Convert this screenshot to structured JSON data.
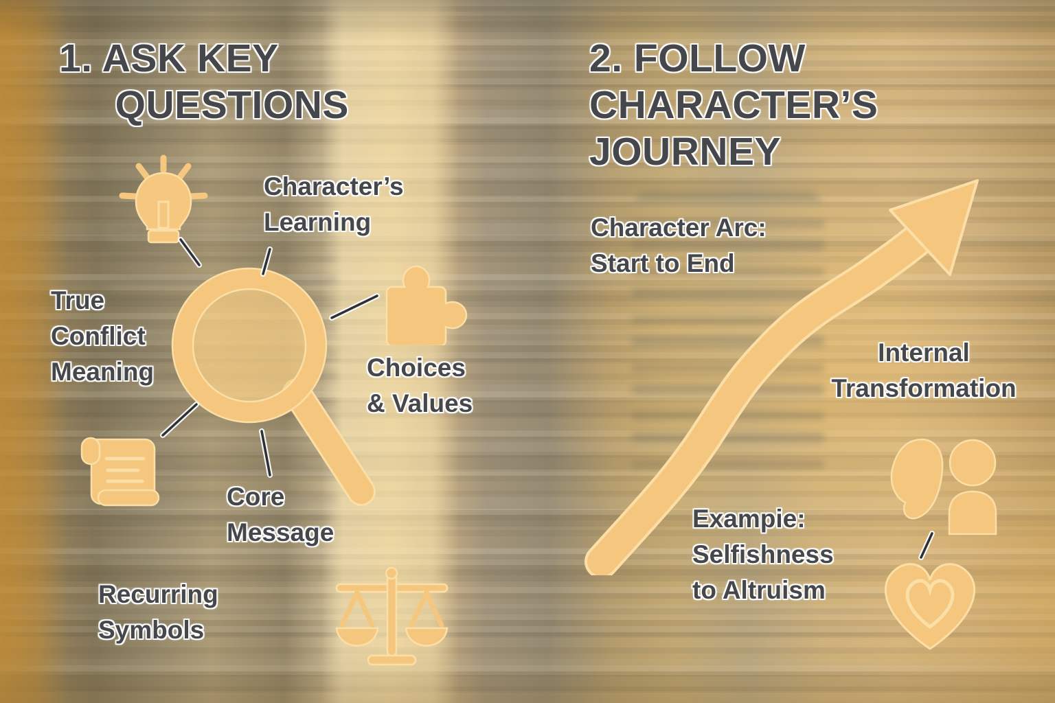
{
  "palette": {
    "gold": "#f5c77e",
    "gold_light": "#fbdfa6",
    "text_dark": "#45474b",
    "connector_dark": "#2d3136"
  },
  "analyze": {
    "title": "1. ASK KEY\n     QUESTIONS",
    "labels": [
      {
        "id": "characters-learning",
        "text": "Character’s\nLearning"
      },
      {
        "id": "true-conflict-meaning",
        "text": "True\nConflict\nMeaning"
      },
      {
        "id": "choices-values",
        "text": "Choices\n& Values"
      },
      {
        "id": "core-message",
        "text": "Core\nMessage"
      },
      {
        "id": "recurring-symbols",
        "text": "Recurring\nSymbols"
      }
    ],
    "icons": [
      {
        "name": "lightbulb-icon"
      },
      {
        "name": "magnifier-icon"
      },
      {
        "name": "puzzle-icon"
      },
      {
        "name": "scroll-icon"
      },
      {
        "name": "scales-icon"
      }
    ]
  },
  "journey": {
    "title": "2. FOLLOW\nCHARACTER’S\nJOURNEY",
    "labels": [
      {
        "id": "character-arc",
        "text": "Character Arc:\nStart to End"
      },
      {
        "id": "internal-transformation",
        "text": "Internal\nTransformation"
      },
      {
        "id": "example",
        "text": "Exampie:\nSelfishness\nto Altruism"
      }
    ],
    "icons": [
      {
        "name": "journey-arrow-icon"
      },
      {
        "name": "people-icon"
      },
      {
        "name": "heart-icon"
      }
    ]
  }
}
